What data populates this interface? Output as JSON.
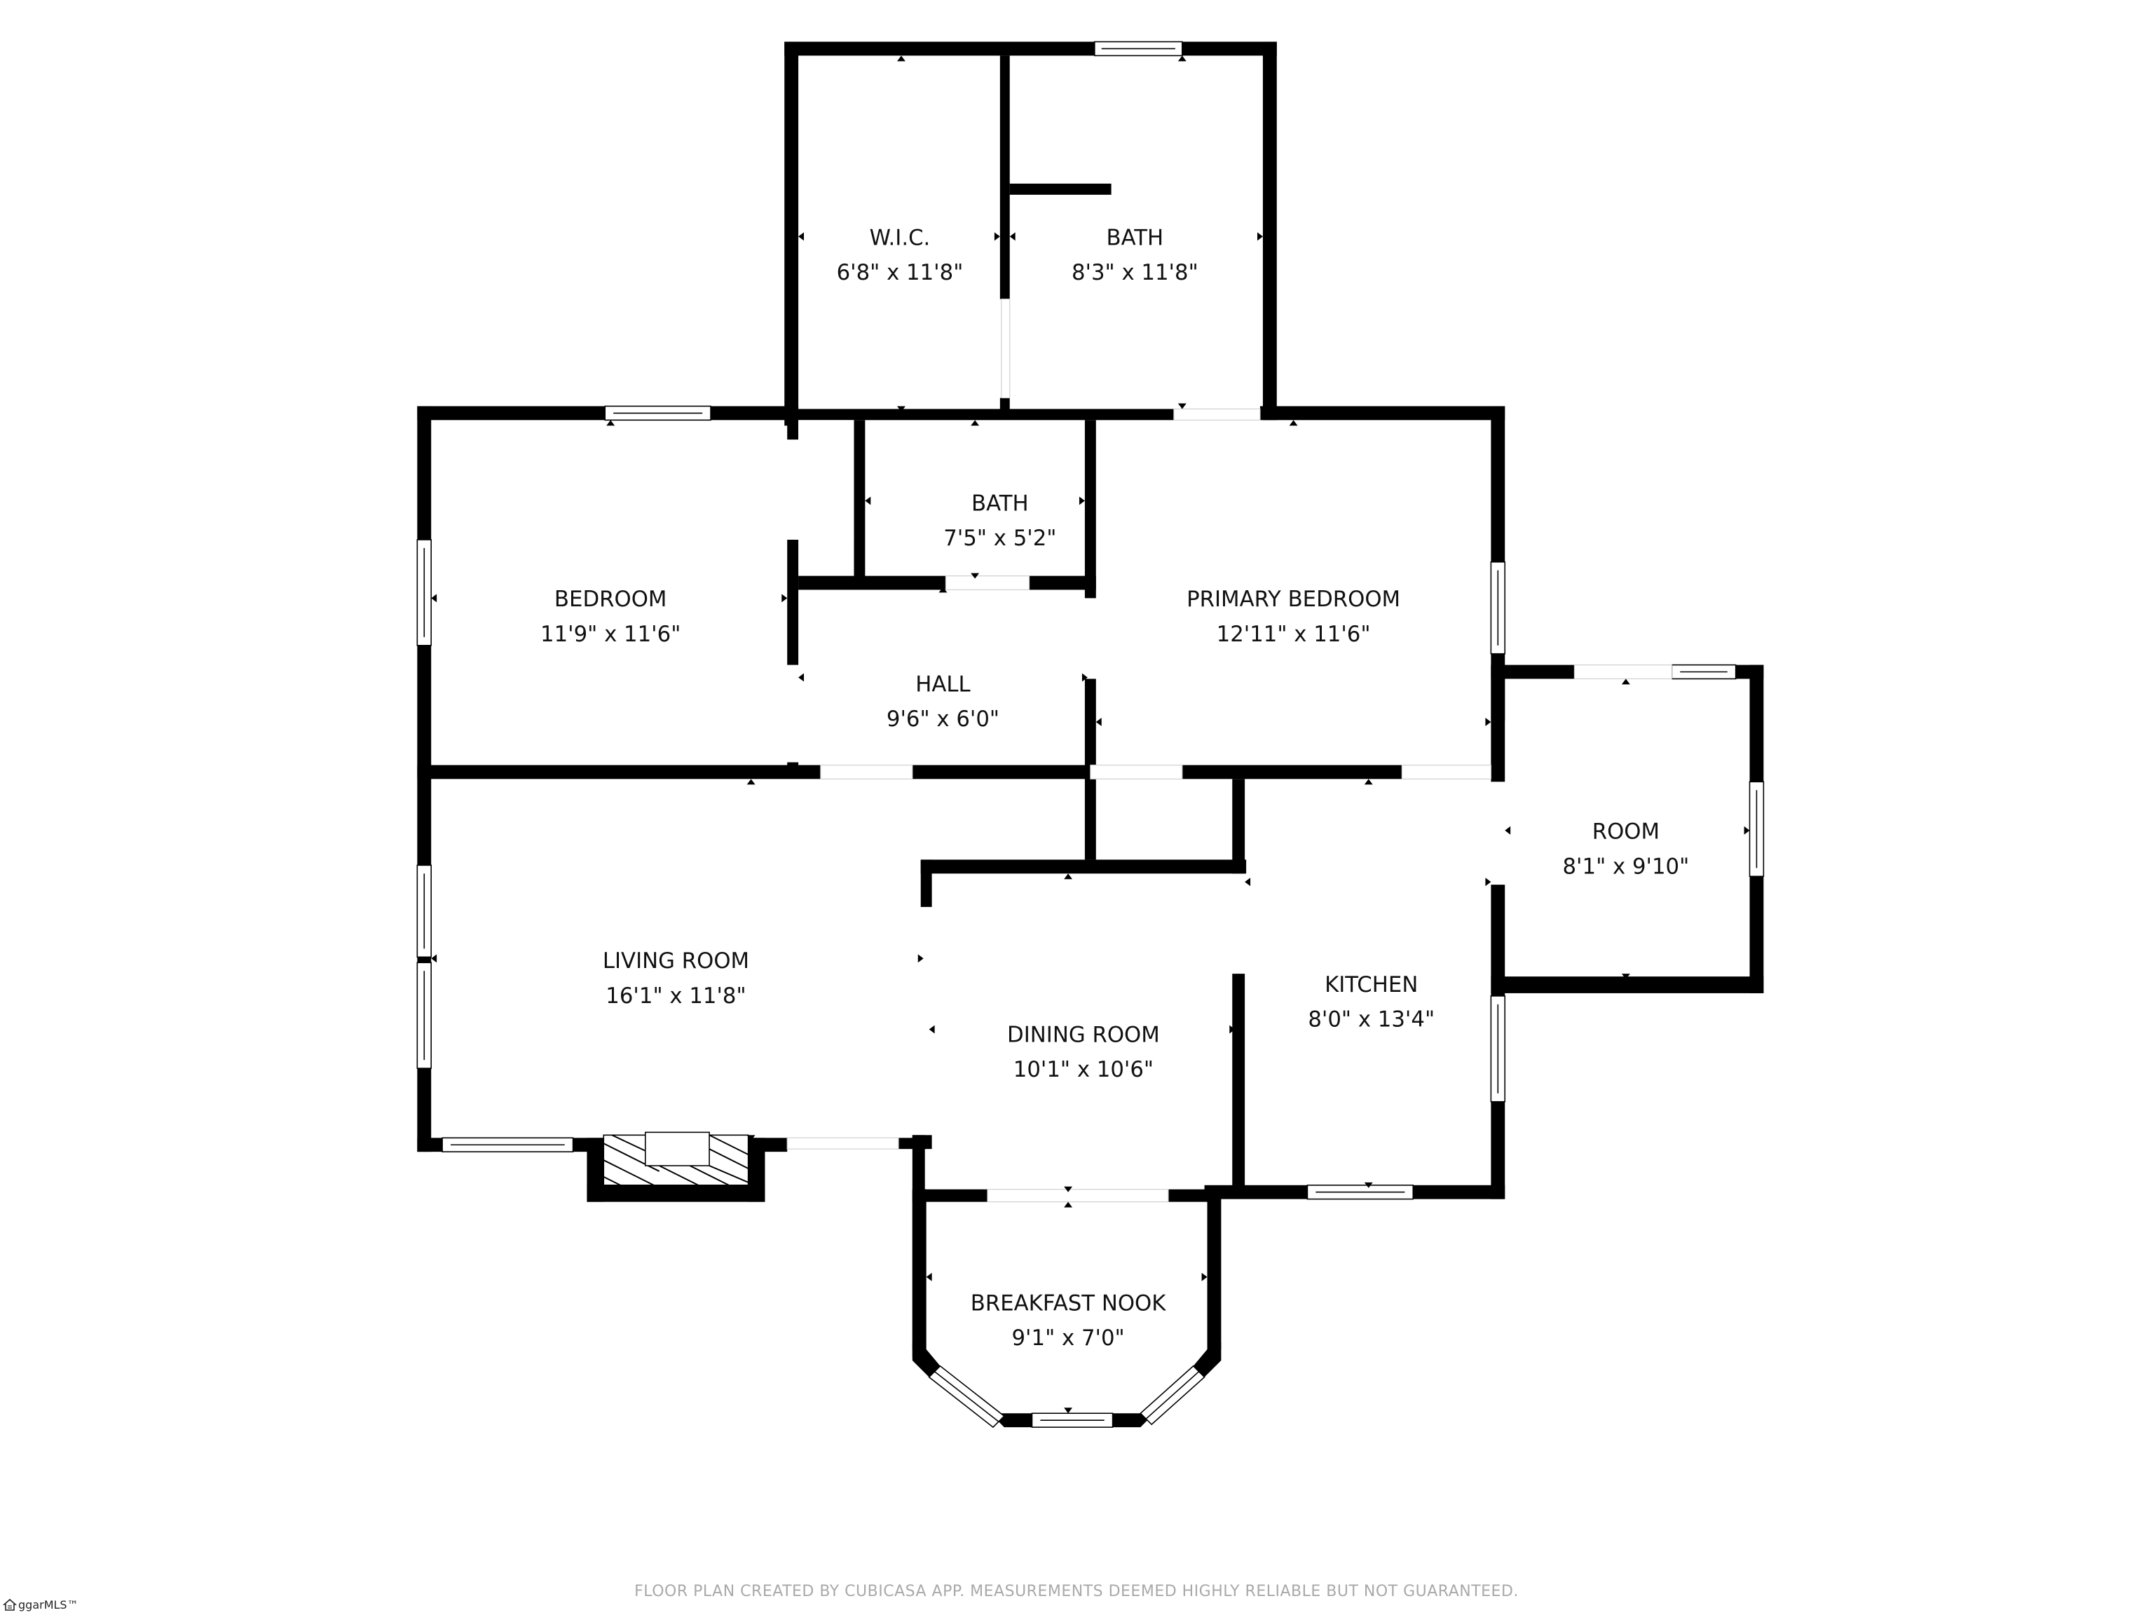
{
  "rooms": [
    {
      "id": "wic",
      "name": "W.I.C.",
      "dims": "6'8\" x 11'8\""
    },
    {
      "id": "bath_upper",
      "name": "BATH",
      "dims": "8'3\" x 11'8\""
    },
    {
      "id": "bath_small",
      "name": "BATH",
      "dims": "7'5\" x 5'2\""
    },
    {
      "id": "bedroom",
      "name": "BEDROOM",
      "dims": "11'9\" x 11'6\""
    },
    {
      "id": "hall",
      "name": "HALL",
      "dims": "9'6\" x 6'0\""
    },
    {
      "id": "primary_bedroom",
      "name": "PRIMARY BEDROOM",
      "dims": "12'11\" x 11'6\""
    },
    {
      "id": "room",
      "name": "ROOM",
      "dims": "8'1\" x 9'10\""
    },
    {
      "id": "living_room",
      "name": "LIVING ROOM",
      "dims": "16'1\" x 11'8\""
    },
    {
      "id": "dining_room",
      "name": "DINING ROOM",
      "dims": "10'1\" x 10'6\""
    },
    {
      "id": "kitchen",
      "name": "KITCHEN",
      "dims": "8'0\" x 13'4\""
    },
    {
      "id": "breakfast_nook",
      "name": "BREAKFAST NOOK",
      "dims": "9'1\" x 7'0\""
    }
  ],
  "footer": {
    "disclaimer": "FLOOR PLAN CREATED BY CUBICASA APP. MEASUREMENTS DEEMED HIGHLY RELIABLE BUT NOT GUARANTEED.",
    "watermark": "ggarMLS™"
  },
  "colors": {
    "wall": "#000000",
    "background": "#ffffff",
    "footer_text": "#a9a9a9"
  }
}
